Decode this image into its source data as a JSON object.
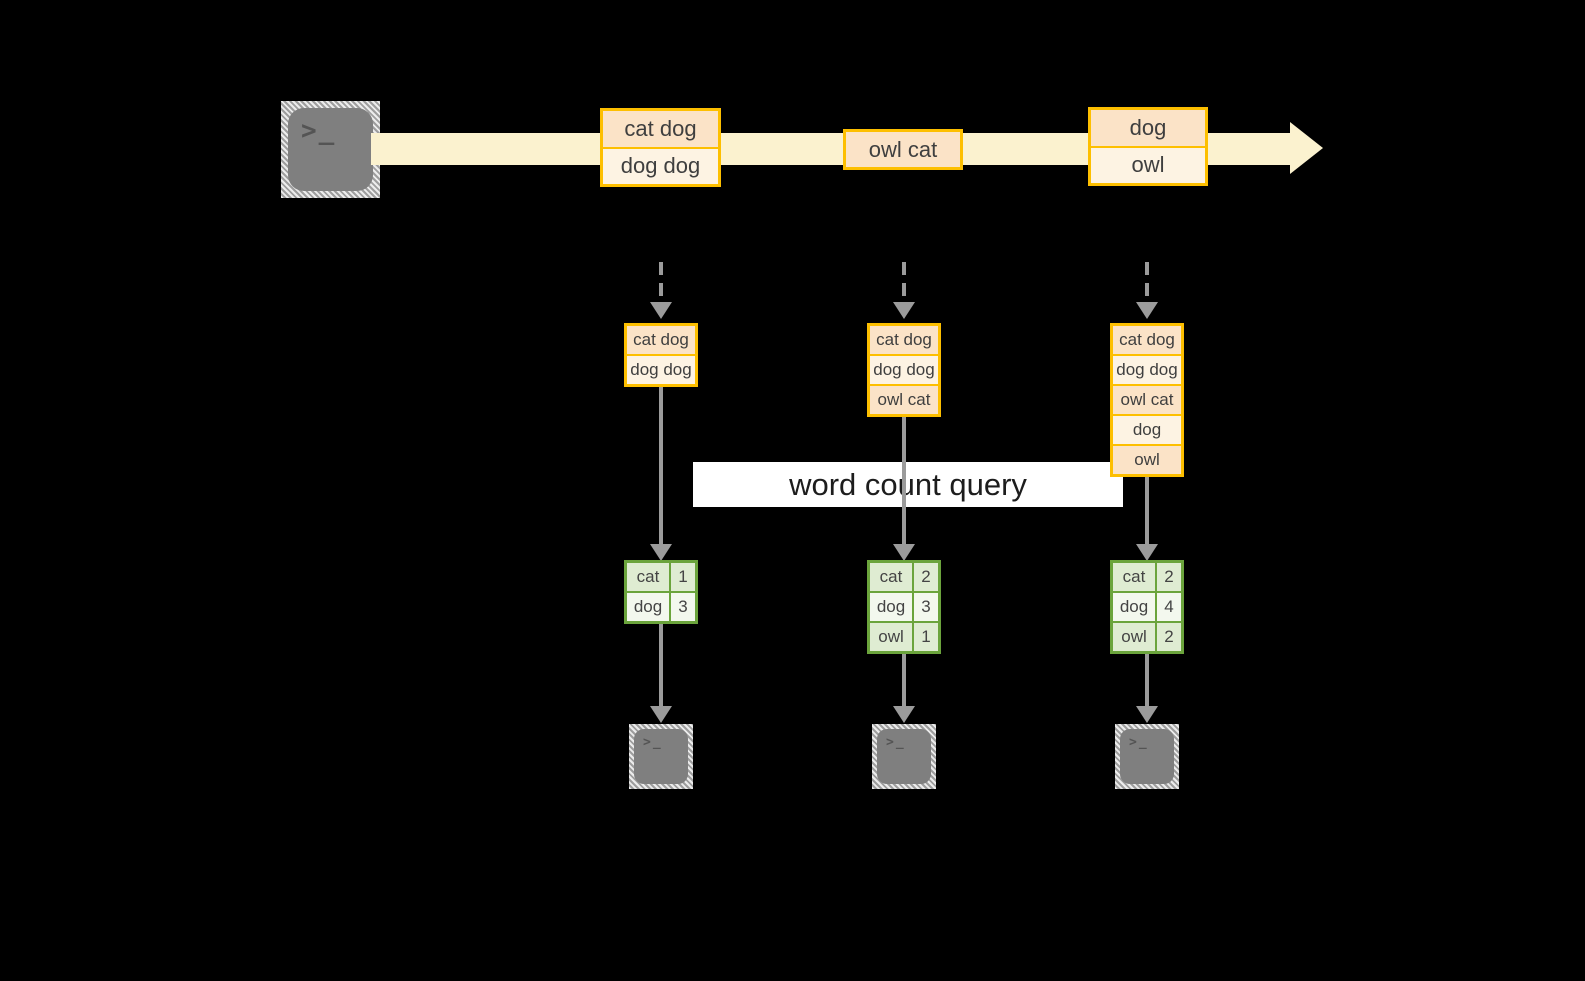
{
  "diagram": {
    "query_label": "word count query",
    "terminal_glyph": ">_"
  },
  "colors": {
    "background": "#000000",
    "stream_bar": "#fbf2cf",
    "event_frame": "#fdbf00",
    "event_fill_dark": "#fbe3c7",
    "event_fill_light": "#fdf3e3",
    "table_frame": "#6ba43c",
    "table_fill_dark": "#dfecd2",
    "table_fill_light": "#f3f8ee",
    "arrow_gray": "#9b9b9b",
    "terminal_gray": "#7f7f7f",
    "query_band": "#ffffff",
    "text_dark": "#3f3f3f"
  },
  "stream": {
    "events": [
      {
        "rows": [
          "cat dog",
          "dog dog"
        ]
      },
      {
        "rows": [
          "owl cat"
        ]
      },
      {
        "rows": [
          "dog",
          "owl"
        ]
      }
    ]
  },
  "columns": [
    {
      "buffer": [
        "cat dog",
        "dog dog"
      ],
      "counts": [
        {
          "word": "cat",
          "count": "1"
        },
        {
          "word": "dog",
          "count": "3"
        }
      ]
    },
    {
      "buffer": [
        "cat dog",
        "dog dog",
        "owl cat"
      ],
      "counts": [
        {
          "word": "cat",
          "count": "2"
        },
        {
          "word": "dog",
          "count": "3"
        },
        {
          "word": "owl",
          "count": "1"
        }
      ]
    },
    {
      "buffer": [
        "cat dog",
        "dog dog",
        "owl cat",
        "dog",
        "owl"
      ],
      "counts": [
        {
          "word": "cat",
          "count": "2"
        },
        {
          "word": "dog",
          "count": "4"
        },
        {
          "word": "owl",
          "count": "2"
        }
      ]
    }
  ]
}
